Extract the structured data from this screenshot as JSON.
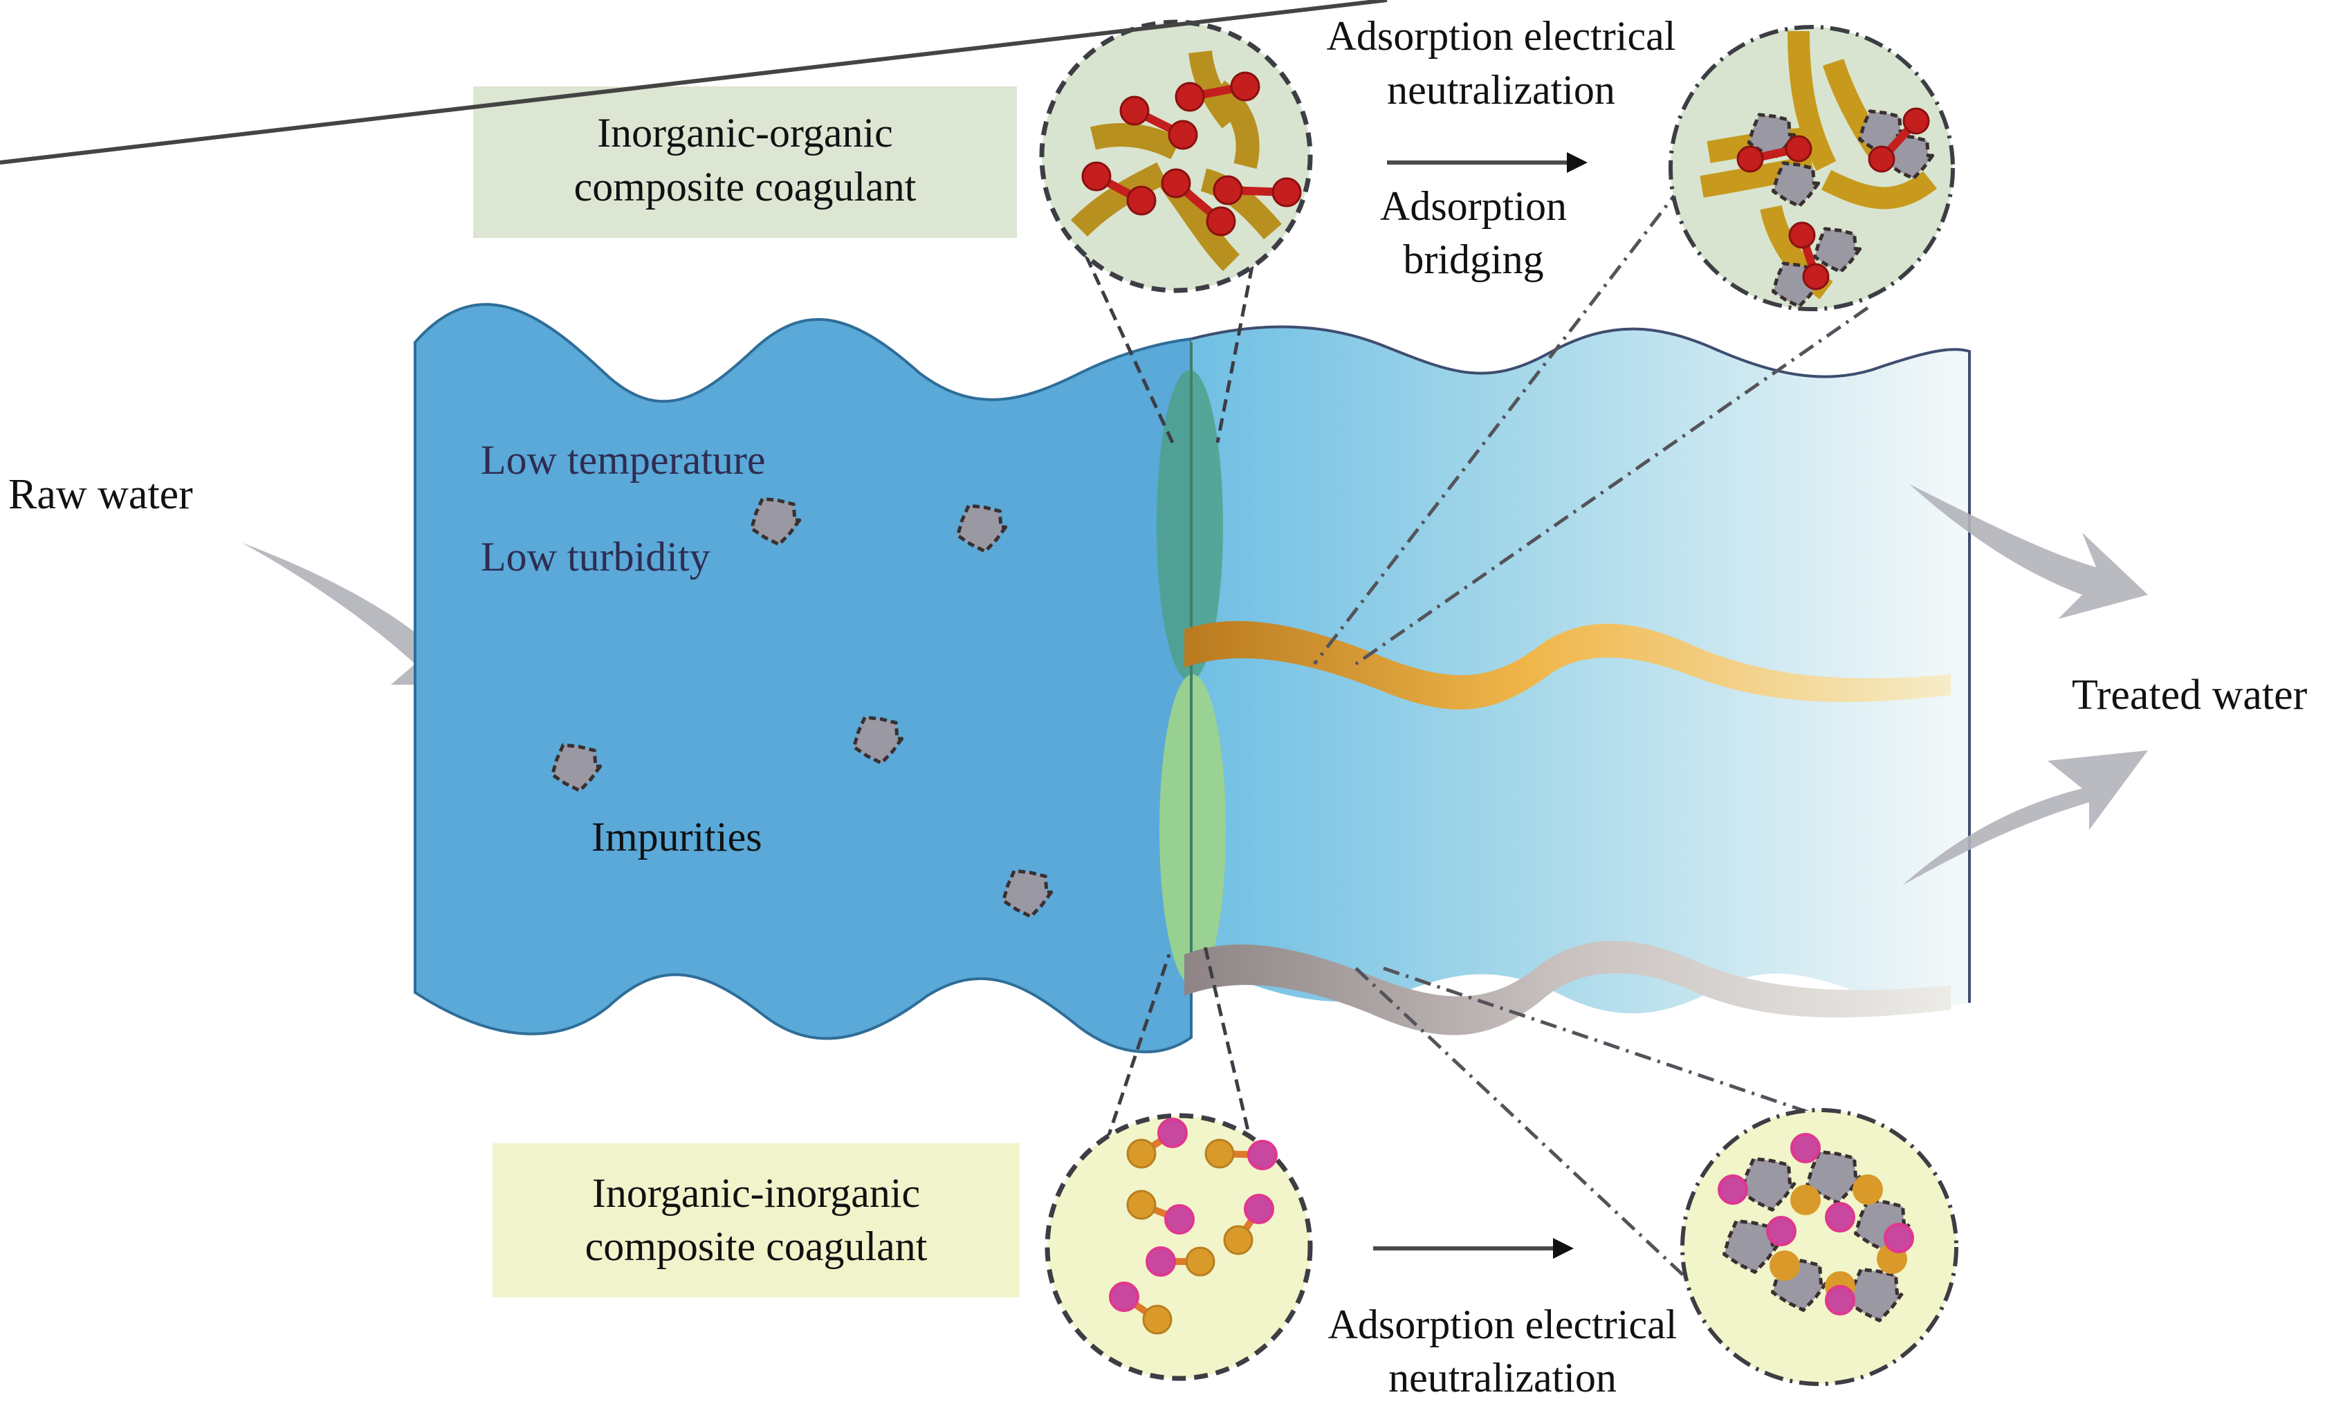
{
  "labels": {
    "raw_water": "Raw water",
    "treated_water": "Treated water",
    "low_temperature": "Low temperature",
    "low_turbidity": "Low turbidity",
    "impurities": "Impurities",
    "top_coagulant_line1": "Inorganic-organic",
    "top_coagulant_line2": "composite coagulant",
    "bottom_coagulant_line1": "Inorganic-inorganic",
    "bottom_coagulant_line2": "composite coagulant",
    "top_mech1_line1": "Adsorption electrical",
    "top_mech1_line2": "neutralization",
    "top_mech2_line1": "Adsorption",
    "top_mech2_line2": "bridging",
    "bottom_mech_line1": "Adsorption electrical",
    "bottom_mech_line2": "neutralization"
  },
  "colors": {
    "raw_water": "#5aa9d8",
    "treated_water_start": "#7cc6e4",
    "treated_water_end": "#f2f8f8",
    "organic_label_bg": "#dce6d3",
    "inorganic_label_bg": "#f1f4cb",
    "organic_circle_bg": "#d8e4cf",
    "inorganic_circle_bg": "#f1f5c9",
    "polymer_chain": "#c49a2b",
    "red_particle": "#c41e1e",
    "magenta_particle": "#d43f9a",
    "orange_particle": "#d99a2a",
    "impurity": "#9a9aa6",
    "arrow_gray": "#b9b9bf"
  }
}
